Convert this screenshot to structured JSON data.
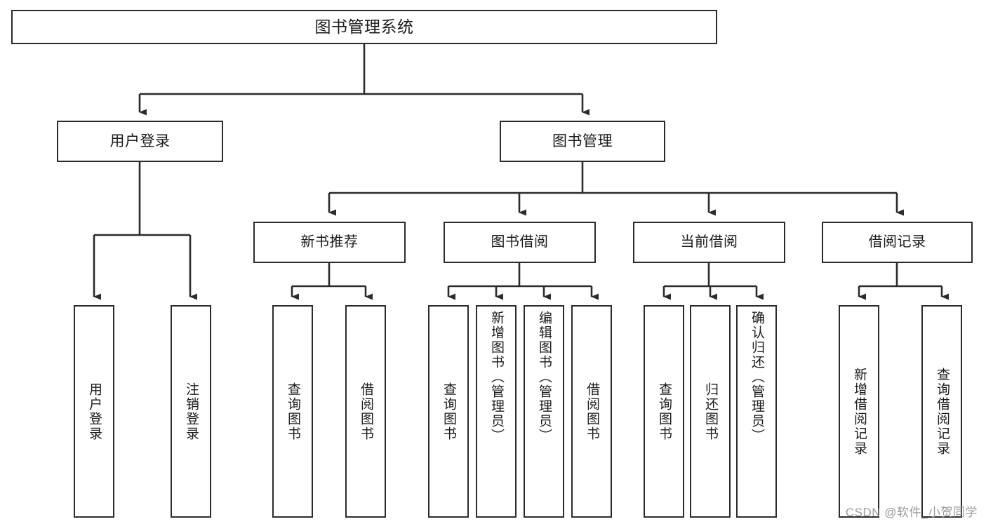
{
  "diagram": {
    "title": "图书管理系统",
    "type": "tree",
    "watermark": "CSDN @软件_小贺同学",
    "stroke_color": "#2b2b2b",
    "background_color": "#ffffff",
    "text_color": "#1b1b1b",
    "watermark_color": "#9a9a9a"
  },
  "nodes": {
    "root": {
      "label": "图书管理系统"
    },
    "level1": [
      {
        "label": "用户登录"
      },
      {
        "label": "图书管理"
      }
    ],
    "level2": [
      {
        "label": "新书推荐"
      },
      {
        "label": "图书借阅"
      },
      {
        "label": "当前借阅"
      },
      {
        "label": "借阅记录"
      }
    ],
    "leaves": {
      "user_login": [
        {
          "label": "用户登录"
        },
        {
          "label": "注销登录"
        }
      ],
      "new_book_recommend": [
        {
          "label": "查询图书"
        },
        {
          "label": "借阅图书"
        }
      ],
      "book_borrow": [
        {
          "label": "查询图书"
        },
        {
          "label": "新增图书（管理员）"
        },
        {
          "label": "编辑图书（管理员）"
        },
        {
          "label": "借阅图书"
        }
      ],
      "current_borrow": [
        {
          "label": "查询图书"
        },
        {
          "label": "归还图书"
        },
        {
          "label": "确认归还（管理员）"
        }
      ],
      "borrow_record": [
        {
          "label": "新增借阅记录"
        },
        {
          "label": "查询借阅记录"
        }
      ]
    }
  }
}
